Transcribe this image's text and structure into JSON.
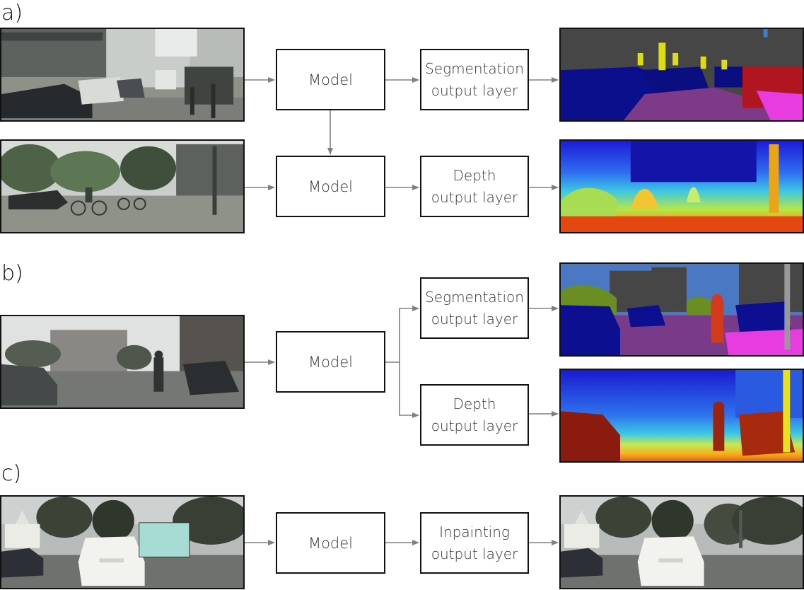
{
  "panels": {
    "a": {
      "label": "a)",
      "model_label": "Model",
      "segmentation": {
        "line1": "Segmentation",
        "line2": "output layer"
      },
      "depth": {
        "line1": "Depth",
        "line2": "output layer"
      },
      "icons": [
        "street-photo-icon",
        "street-cyclists-photo-icon",
        "segmentation-map-icon",
        "depth-map-icon"
      ]
    },
    "b": {
      "label": "b)",
      "model_label": "Model",
      "segmentation": {
        "line1": "Segmentation",
        "line2": "output layer"
      },
      "depth": {
        "line1": "Depth",
        "line2": "output layer"
      },
      "icons": [
        "street-pedestrian-photo-icon",
        "segmentation-map-icon",
        "depth-map-icon"
      ]
    },
    "c": {
      "label": "c)",
      "model_label": "Model",
      "inpainting": {
        "line1": "Inpainting",
        "line2": "output layer"
      },
      "mask_color": "#a7dcd4",
      "icons": [
        "masked-car-photo-icon",
        "inpainted-car-photo-icon"
      ]
    }
  },
  "colors": {
    "arrow": "#808080",
    "border": "#111111"
  }
}
